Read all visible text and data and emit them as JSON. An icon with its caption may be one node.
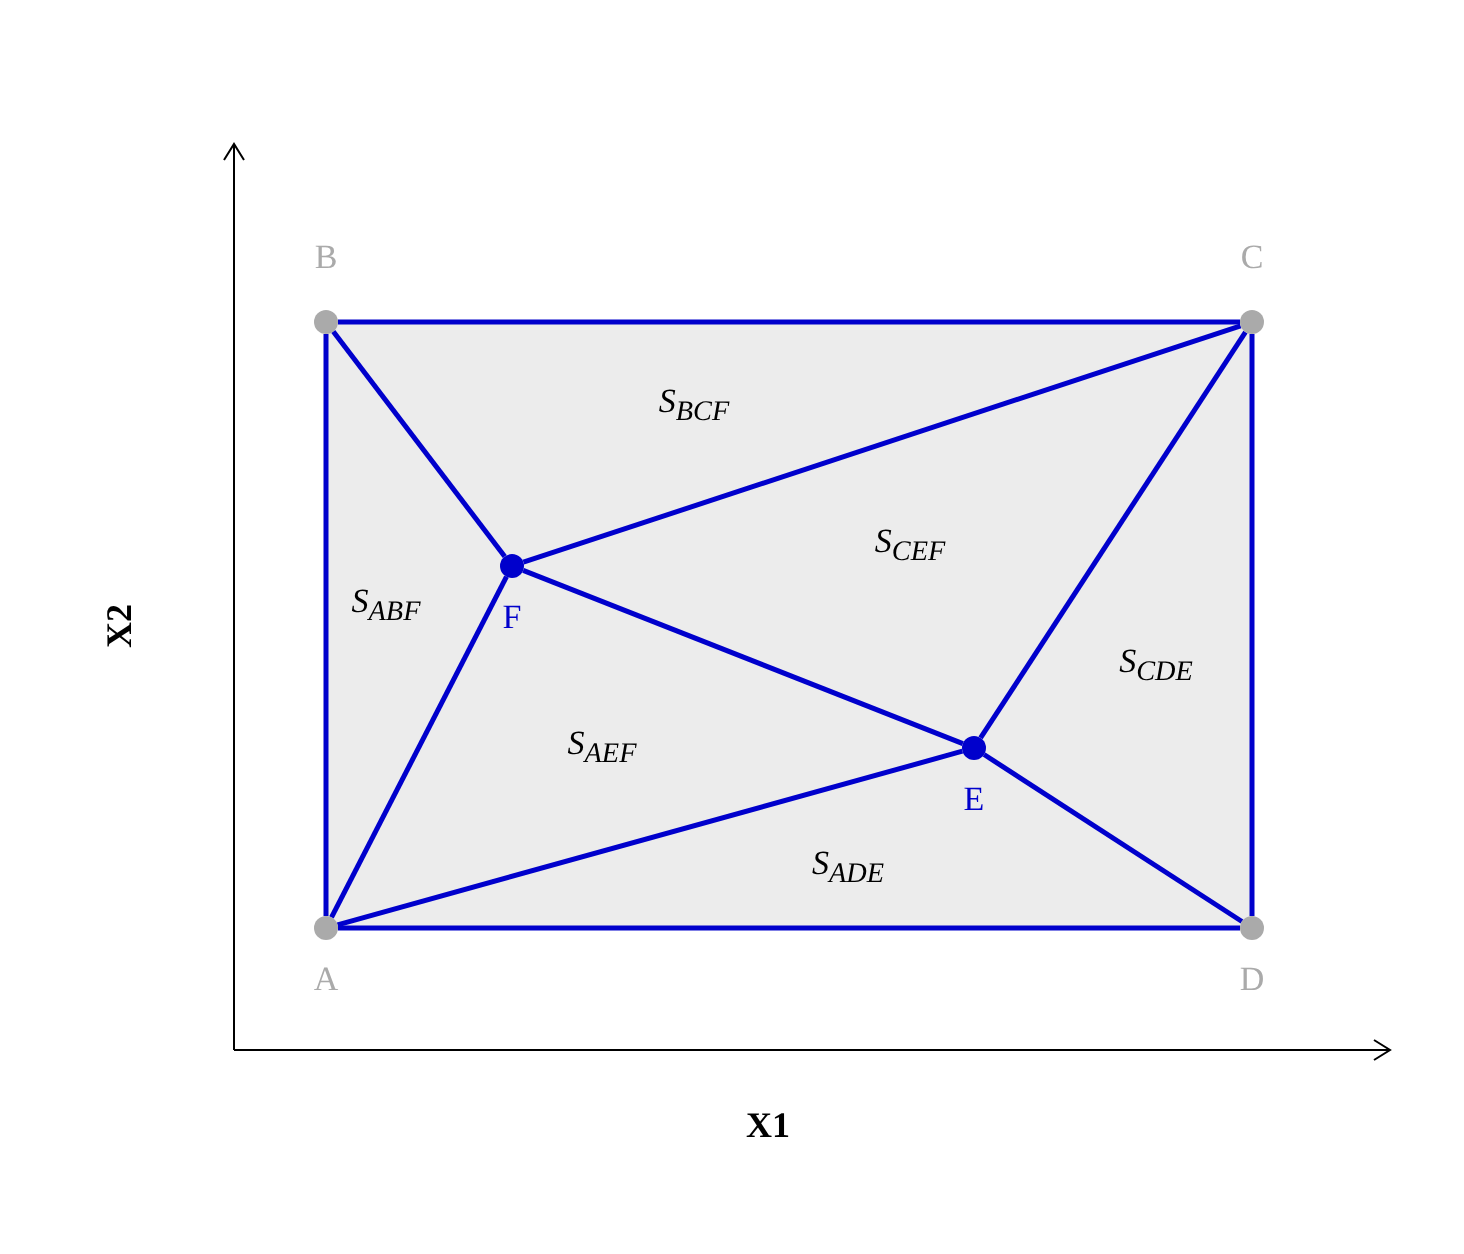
{
  "diagram": {
    "nodes": [
      {
        "text": [
          "B"
        ]
      },
      {
        "text": [
          "C"
        ]
      },
      {
        "text": [
          "F"
        ]
      },
      {
        "text": [
          "E"
        ]
      },
      {
        "text": [
          "A"
        ]
      },
      {
        "text": [
          "D"
        ]
      }
    ],
    "edges": [
      {
        "from": 0,
        "to": 1,
        "arrow": "none"
      },
      {
        "from": 1,
        "to": 5,
        "arrow": "none"
      },
      {
        "from": 5,
        "to": 4,
        "arrow": "none"
      },
      {
        "from": 4,
        "to": 0,
        "arrow": "none"
      },
      {
        "from": 0,
        "to": 2,
        "arrow": "none"
      },
      {
        "from": 2,
        "to": 1,
        "arrow": "none"
      },
      {
        "from": 2,
        "to": 4,
        "arrow": "none"
      },
      {
        "from": 2,
        "to": 3,
        "arrow": "none"
      },
      {
        "from": 3,
        "to": 1,
        "arrow": "none"
      },
      {
        "from": 4,
        "to": 3,
        "arrow": "none"
      },
      {
        "from": 3,
        "to": 5,
        "arrow": "none"
      }
    ],
    "labels": [
      "X2",
      "S$_{BCF}$",
      "S$_{CEF}$",
      "S$_{ABF}$",
      "S$_{CDE}$",
      "S$_{AEF}$",
      "S$_{ADE}$",
      "X1"
    ]
  }
}
